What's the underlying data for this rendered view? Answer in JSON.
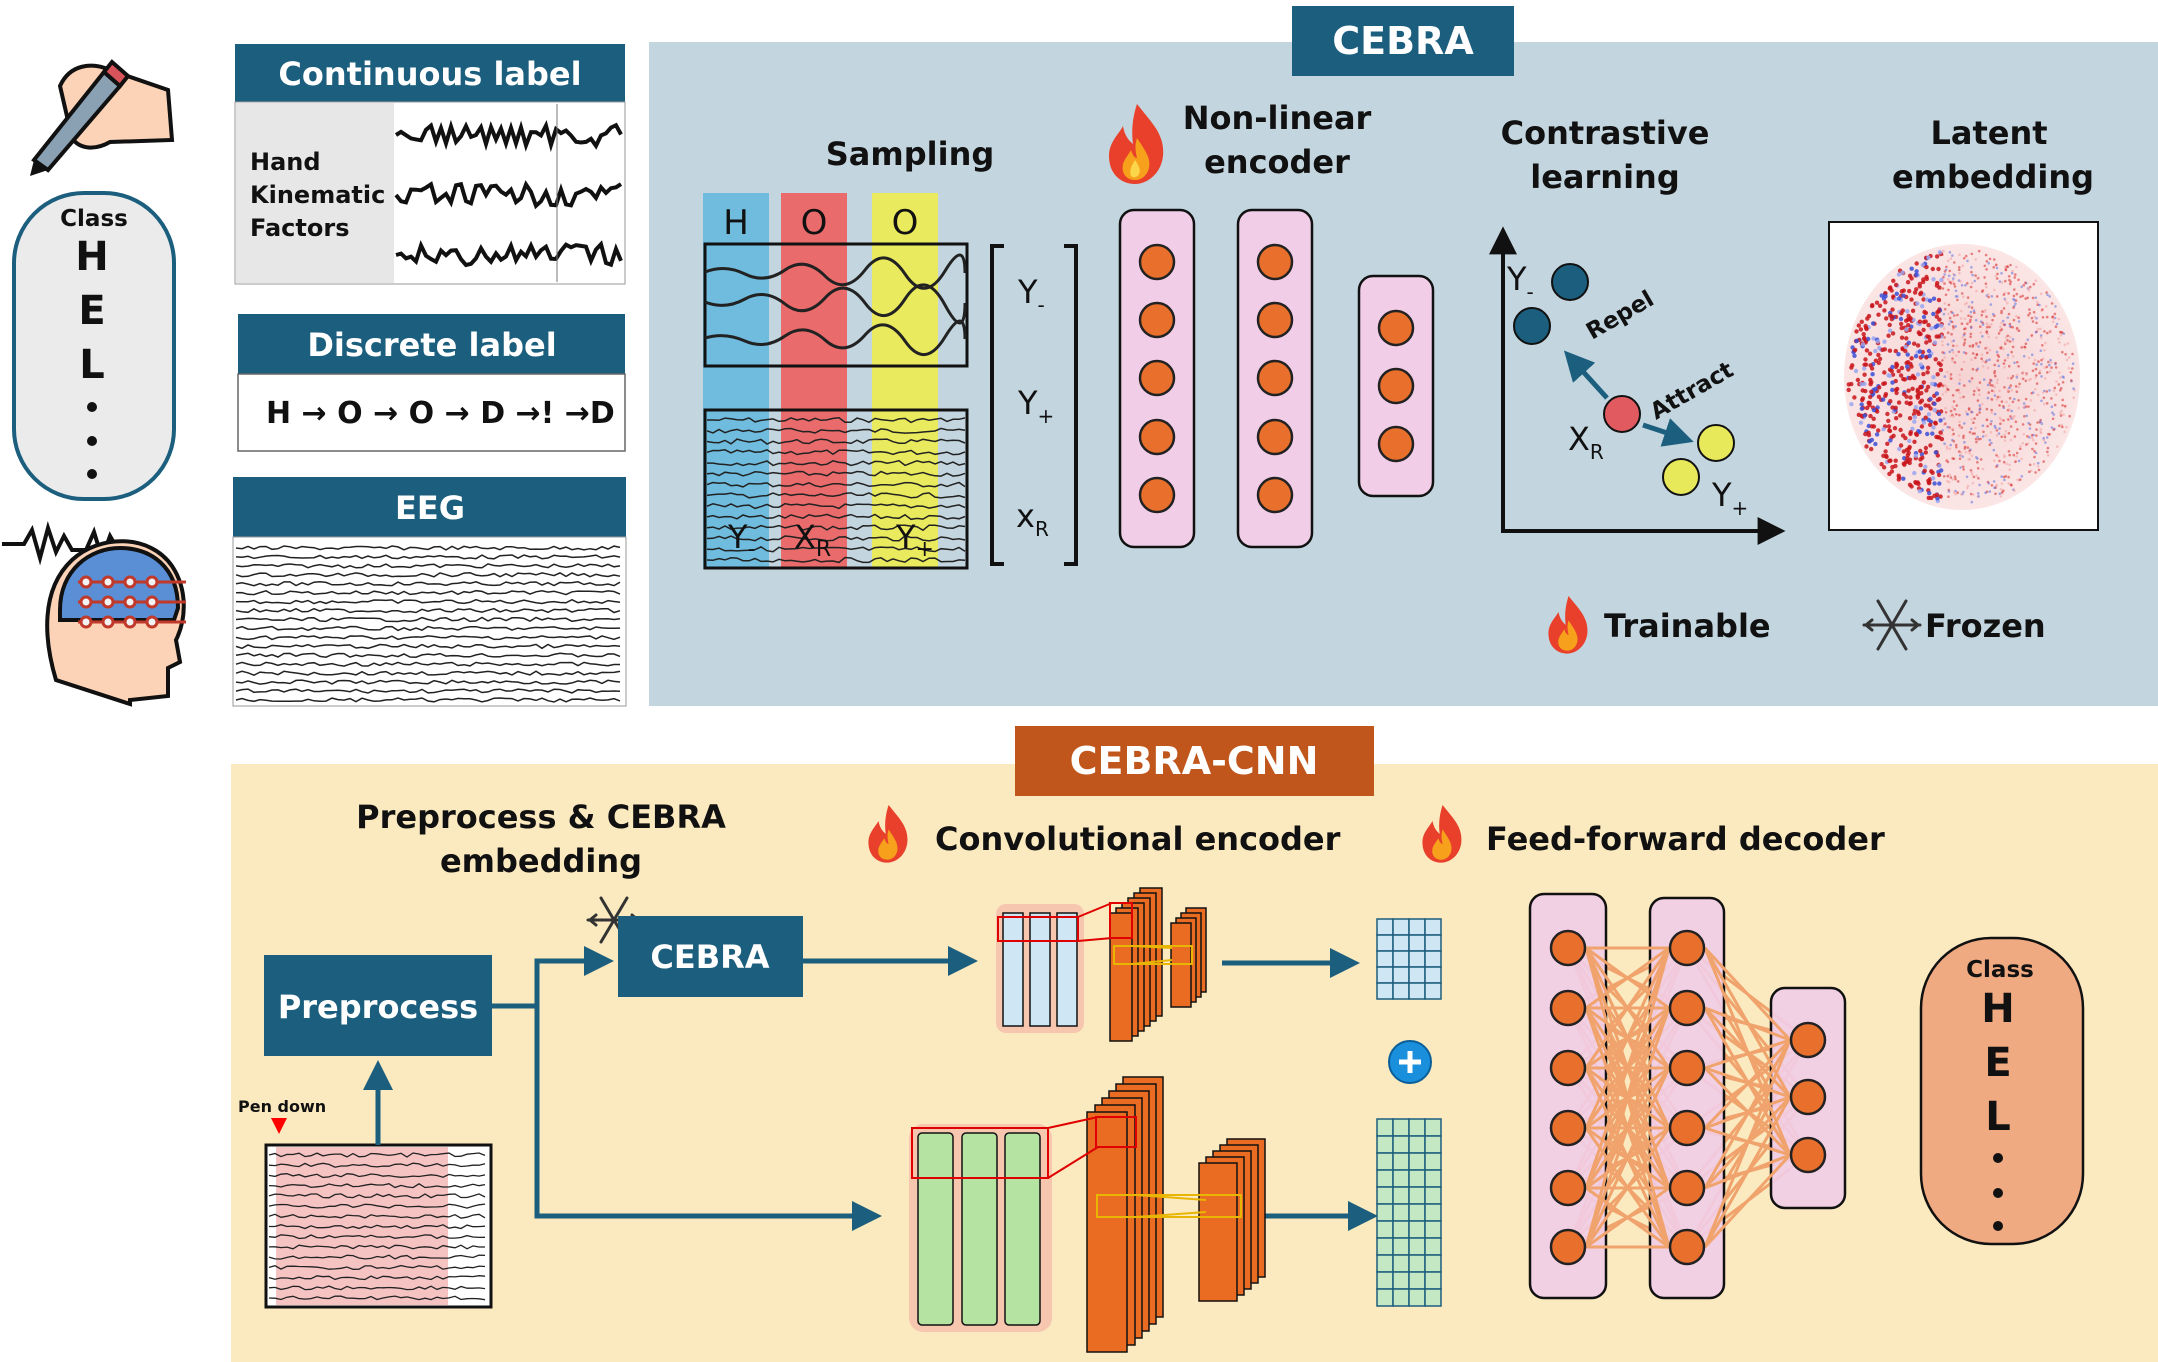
{
  "cebra_panel": {
    "title": "CEBRA",
    "sampling_label": "Sampling",
    "sampling_columns": [
      "H",
      "O",
      "O"
    ],
    "bottom_labels": {
      "y_minus": "Y",
      "x_ref": "X",
      "y_plus": "Y",
      "sub_minus": "-",
      "sub_r": "R",
      "sub_plus": "+"
    },
    "bracket_labels": {
      "y_minus": "Y",
      "y_plus": "Y",
      "x_ref": "x",
      "sub_minus": "-",
      "sub_plus": "+",
      "sub_r": "R"
    },
    "encoder_label_1": "Non-linear",
    "encoder_label_2": "encoder",
    "contrastive_label_1": "Contrastive",
    "contrastive_label_2": "learning",
    "repel_label": "Repel",
    "attract_label": "Attract",
    "latent_label_1": "Latent",
    "latent_label_2": "embedding",
    "legend_trainable": "Trainable",
    "legend_frozen": "Frozen"
  },
  "left_inputs": {
    "class_label": "Class",
    "class_letters": [
      "H",
      "E",
      "L"
    ],
    "continuous_title": "Continuous label",
    "continuous_desc": [
      "Hand",
      "Kinematic",
      "Factors"
    ],
    "discrete_title": "Discrete label",
    "discrete_sequence": "H → O → O → D →! →D",
    "eeg_title": "EEG"
  },
  "cnn_panel": {
    "title": "CEBRA-CNN",
    "preprocess_title_1": "Preprocess & CEBRA",
    "preprocess_title_2": "embedding",
    "preprocess_box": "Preprocess",
    "cebra_box": "CEBRA",
    "pen_down": "Pen down",
    "conv_encoder": "Convolutional encoder",
    "ff_decoder": "Feed-forward decoder",
    "output_class_label": "Class",
    "output_letters": [
      "H",
      "E",
      "L"
    ]
  },
  "colors": {
    "dark_blue": "#1c5e7d",
    "cebra_bg": "#c3d5df",
    "cnn_bg": "#fbeac0",
    "orange_title": "#c0561b",
    "node_fill": "#e9702c",
    "layer_fill": "#f1cde8",
    "conv_orange": "#e96c22",
    "grid_blue": "#cfe6f5",
    "grid_green": "#c4e8c4",
    "output_class": "#efaa82"
  }
}
